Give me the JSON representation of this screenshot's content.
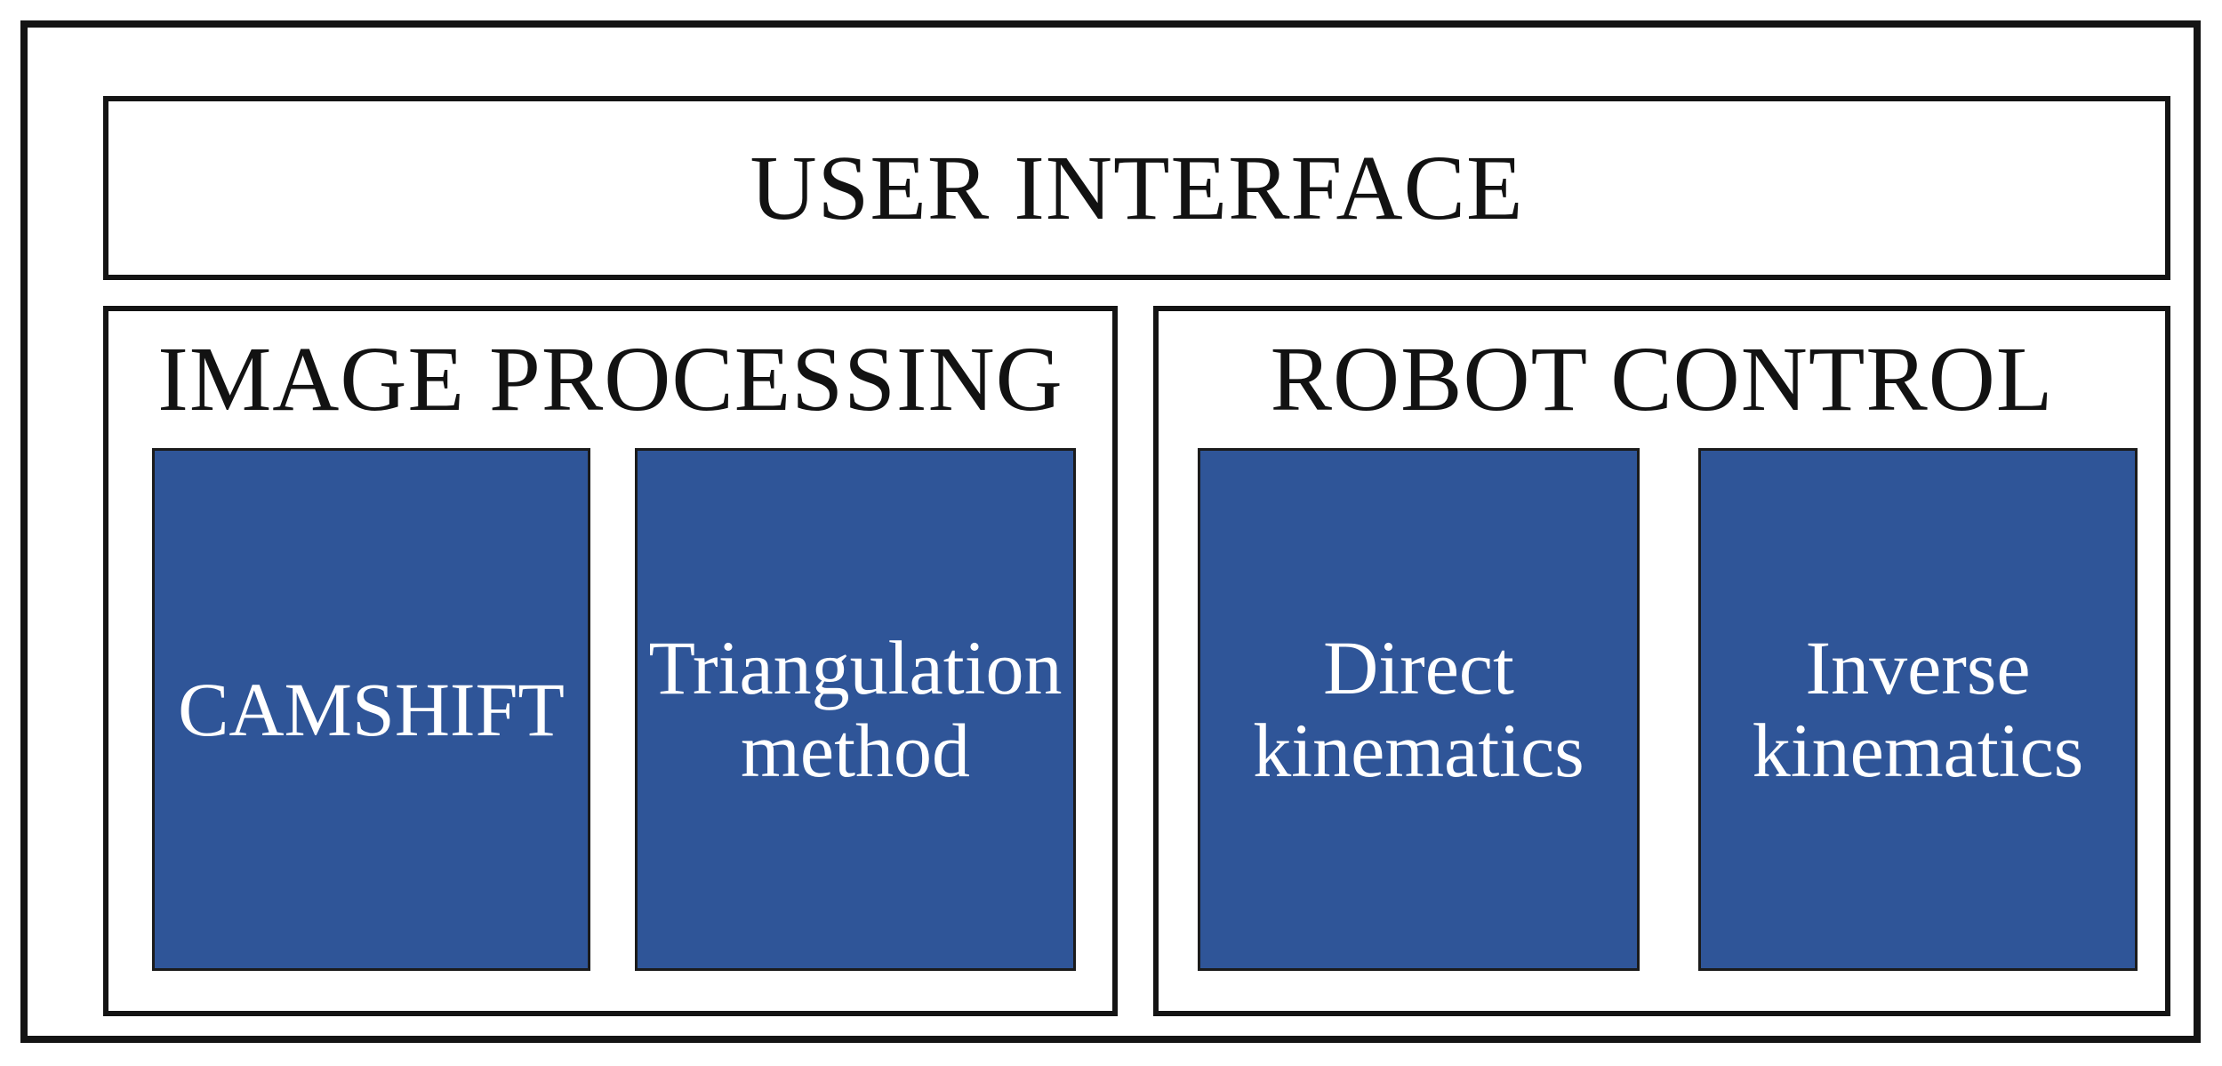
{
  "diagram": {
    "header": {
      "title": "USER INTERFACE"
    },
    "sections": [
      {
        "title": "IMAGE PROCESSING",
        "modules": [
          {
            "label": "CAMSHIFT"
          },
          {
            "label": "Triangulation method"
          }
        ]
      },
      {
        "title": "ROBOT CONTROL",
        "modules": [
          {
            "label": "Direct kinematics"
          },
          {
            "label": "Inverse kinematics"
          }
        ]
      }
    ],
    "colors": {
      "moduleFill": "#2F5598",
      "moduleText": "#FFFFFF",
      "outline": "#141414",
      "labelText": "#121212",
      "bg": "#FFFFFF"
    }
  }
}
